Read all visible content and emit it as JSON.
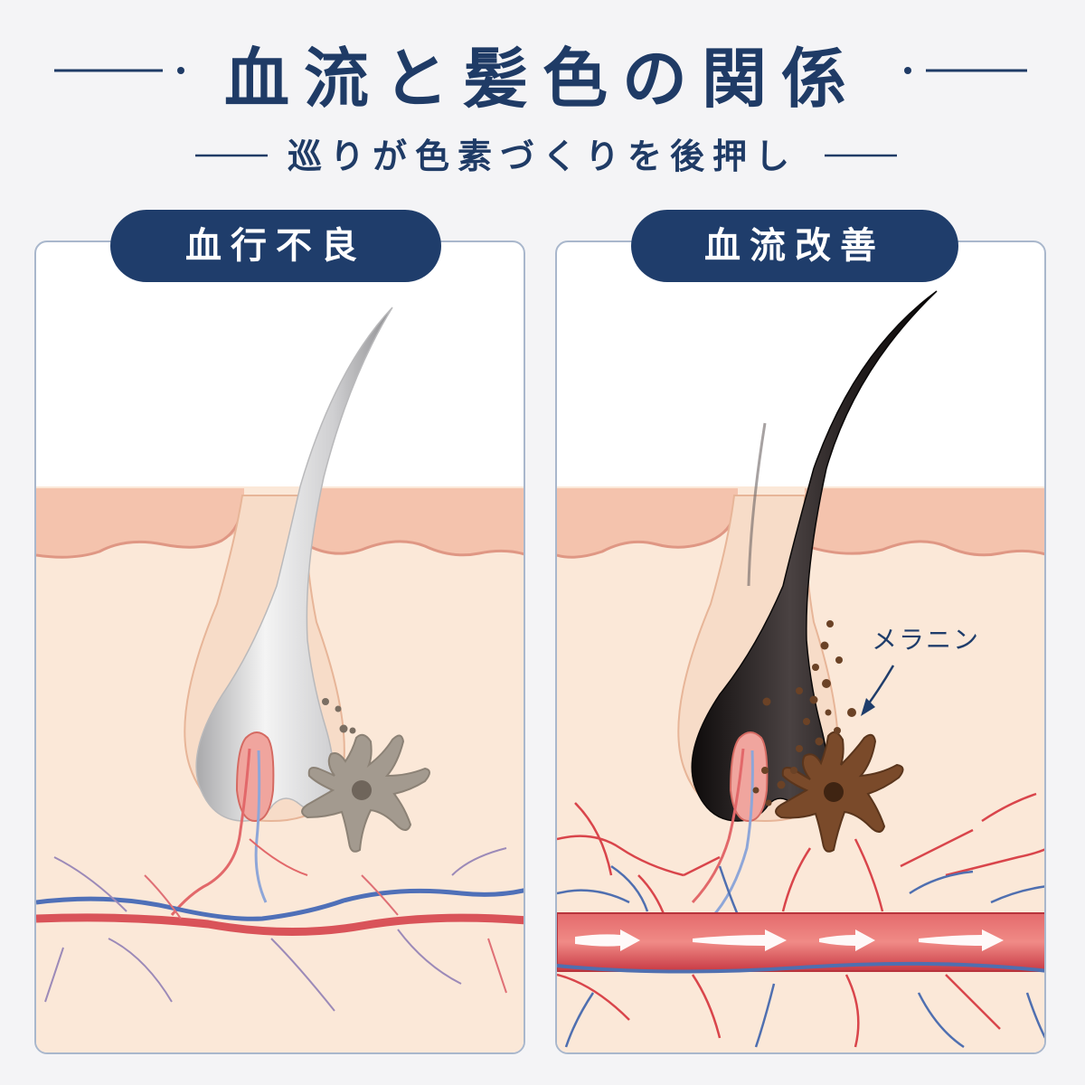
{
  "title": "血流と髪色の関係",
  "subtitle": "巡りが色素づくりを後押し",
  "panels": [
    {
      "label": "血行不良"
    },
    {
      "label": "血流改善",
      "melanin_label": "メラニン"
    }
  ],
  "colors": {
    "navy": "#1f3d6b",
    "skin": "#fbe8d8",
    "epidermis": "#f3c5ae",
    "artery": "#d9454b",
    "vein": "#4f6fb0",
    "gray_hair": "#d8d8d8",
    "black_hair": "#1c1717",
    "melanocyte_gray": "#9a8f84",
    "melanocyte_brown": "#6b4226"
  },
  "icons": [
    "flow-arrow-icon",
    "pointer-arrow-icon"
  ]
}
